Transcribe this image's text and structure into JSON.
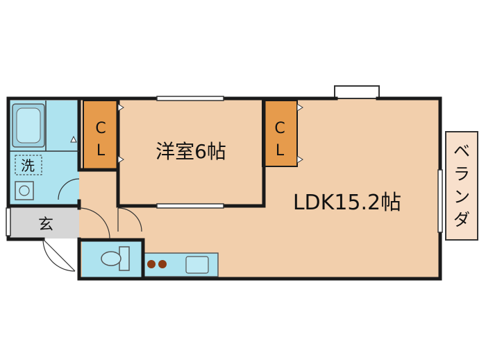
{
  "rooms": {
    "western_room": "洋室6帖",
    "ldk": "LDK15.2帖",
    "closet_1": {
      "line1": "C",
      "line2": "L"
    },
    "closet_2": {
      "line1": "C",
      "line2": "L"
    },
    "laundry": "洗",
    "entrance": "玄",
    "balcony": [
      "ベ",
      "ラ",
      "ン",
      "ダ"
    ]
  },
  "colors": {
    "room_fill": "#f2cfac",
    "closet_fill": "#e69b4c",
    "wet_fill": "#aee3ef",
    "entrance_fill": "#d6d6d6",
    "balcony_fill": "#f8e0cc",
    "wall": "#1a1a1a"
  }
}
